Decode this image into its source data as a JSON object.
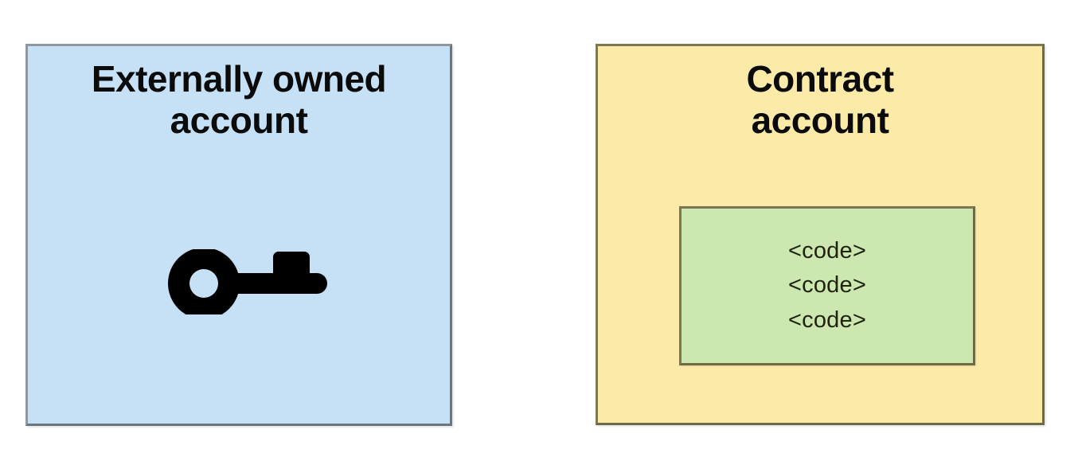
{
  "diagram": {
    "title_left": "Externally owned\naccount",
    "title_right": "Contract\naccount",
    "left_panel": {
      "label": "Externally owned account",
      "fill_color": "#c6e0f5",
      "border_color": "#6b7780",
      "icon": "key-icon"
    },
    "right_panel": {
      "label": "Contract account",
      "fill_color": "#fceba8",
      "border_color": "#6e6a43",
      "code_box": {
        "fill_color": "#cde7b0",
        "border_color": "#6e6a43",
        "lines": [
          "<code>",
          "<code>",
          "<code>"
        ]
      }
    },
    "background_color": "#ffffff",
    "text_color": "#0b0b0b"
  }
}
